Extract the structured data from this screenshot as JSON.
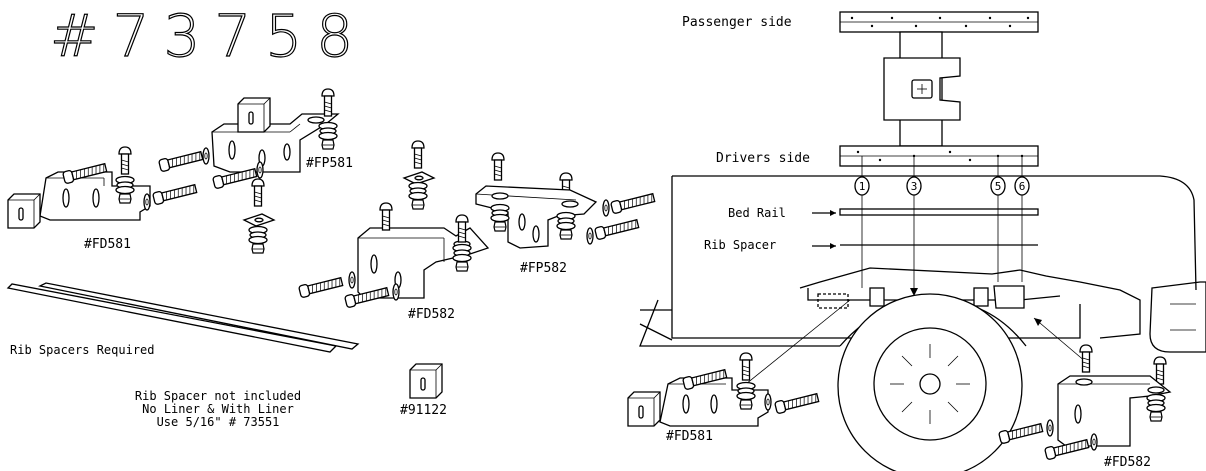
{
  "part_number": "#73758",
  "views": {
    "top": {
      "passenger_label": "Passenger side",
      "drivers_label": "Drivers side",
      "bed_rail_label": "Bed Rail",
      "rib_spacer_label": "Rib Spacer",
      "hole_numbers": [
        "1",
        "3",
        "5",
        "6"
      ]
    }
  },
  "parts": {
    "fp581": "#FP581",
    "fd581": "#FD581",
    "fd582": "#FD582",
    "fp582": "#FP582",
    "p91122": "#91122",
    "fd581_bottom": "#FD581",
    "fd582_bottom": "#FD582"
  },
  "notes": {
    "rib_spacers_required": "Rib Spacers Required",
    "line1": "Rib Spacer not included",
    "line2": "No Liner & With Liner",
    "line3": "Use 5/16\" # 73551"
  },
  "icons": [
    "bolt-icon",
    "nut-icon",
    "washer-icon",
    "bracket-icon",
    "spacer-block-icon",
    "wheel-icon",
    "rib-spacer-strip-icon"
  ]
}
